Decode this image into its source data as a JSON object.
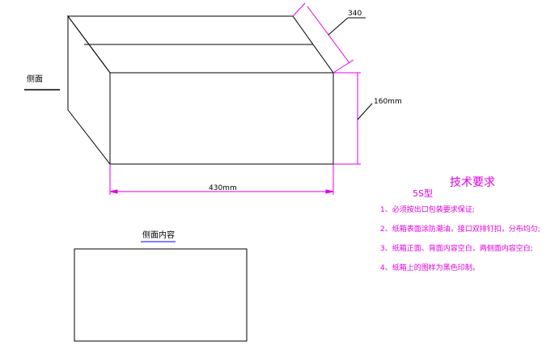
{
  "dimensions": {
    "depth": "340",
    "height": "160mm",
    "length": "430mm"
  },
  "labels": {
    "side_face": "侧面",
    "side_content": "侧面内容"
  },
  "requirements": {
    "title": "技术要求",
    "model": "5S型",
    "items": [
      "1、必须按出口包装要求保证;",
      "2、纸箱表面涂防潮油，接口双排钉扣，分布均匀;",
      "3、纸箱正面、背面内容空白，两侧面内容空白;",
      "4、纸箱上的图样为黑色印制。"
    ]
  },
  "colors": {
    "outline": "#000000",
    "dimension": "#e000e0",
    "underline": "#0000ff"
  }
}
